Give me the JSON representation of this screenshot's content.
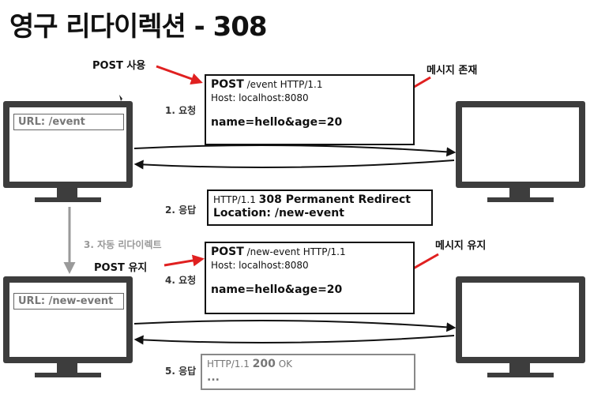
{
  "title": "영구 리다이렉션 - 308",
  "labels": {
    "post_use": "POST 사용",
    "message_exists": "메시지 존재",
    "req1": "1. 요청",
    "res2": "2. 응답",
    "auto_redirect": "3. 자동 리다이렉트",
    "post_keep": "POST 유지",
    "message_keep": "메시지 유지",
    "req4": "4. 요청",
    "res5": "5. 응답"
  },
  "client_top_url": "URL: /event",
  "client_bottom_url": "URL: /new-event",
  "request1": {
    "method": "POST",
    "line": " /event HTTP/1.1",
    "host": "Host: localhost:8080",
    "body": "name=hello&age=20"
  },
  "response2": {
    "status_prefix": "HTTP/1.1 ",
    "status": "308 Permanent Redirect",
    "location": "Location: /new-event"
  },
  "request4": {
    "method": "POST",
    "line": " /new-event HTTP/1.1",
    "host": "Host: localhost:8080",
    "body": "name=hello&age=20"
  },
  "response5": {
    "status_prefix": "HTTP/1.1 ",
    "status_code": "200",
    "status_text": " OK",
    "ellipsis": "..."
  },
  "colors": {
    "arrow_red": "#e02020",
    "monitor": "#3d3d3d",
    "gray_arrow": "#9a9a9a"
  }
}
